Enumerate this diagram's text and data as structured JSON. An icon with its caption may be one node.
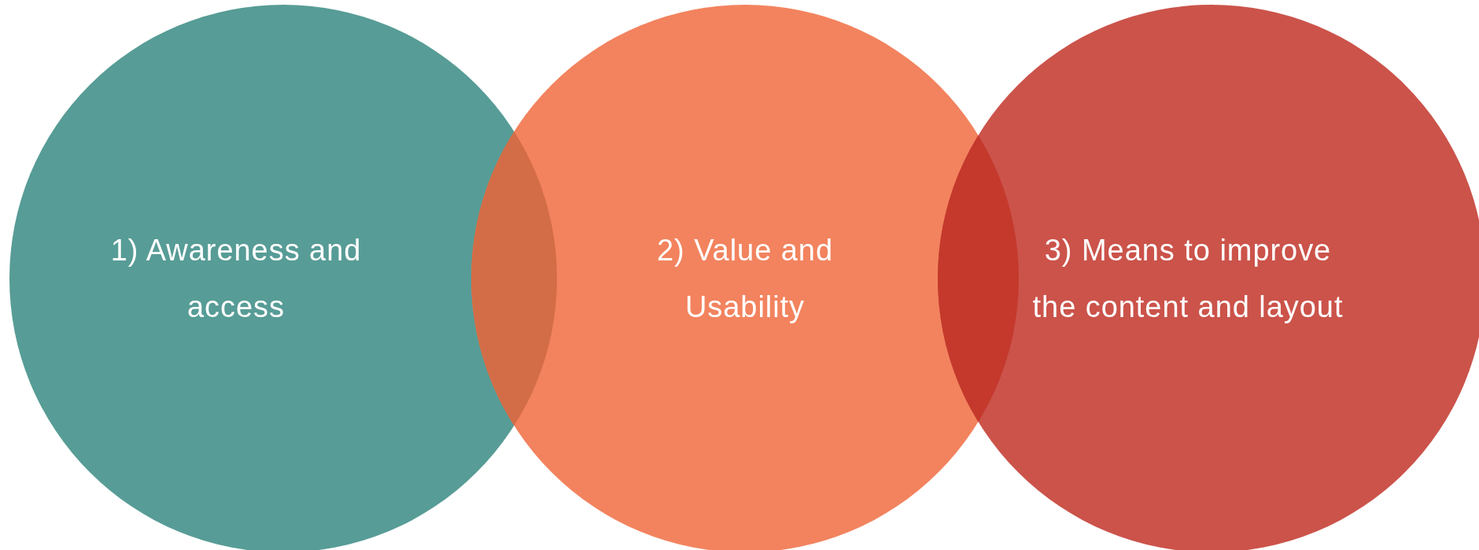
{
  "diagram": {
    "nodes": [
      {
        "text": [
          "1) Awareness and access"
        ]
      },
      {
        "text": [
          "2) Value and Usability"
        ]
      },
      {
        "text": [
          "3) Means to improve the content and layout"
        ]
      }
    ]
  }
}
